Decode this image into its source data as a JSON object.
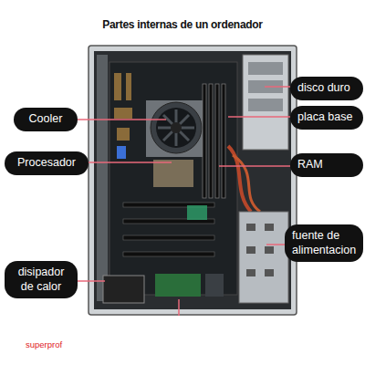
{
  "diagram": {
    "title": "Partes internas de un ordenador",
    "nodes": [
      {
        "text": [
          "disco duro"
        ]
      },
      {
        "text": [
          "Cooler"
        ]
      },
      {
        "text": [
          "placa base"
        ]
      },
      {
        "text": [
          "Procesador"
        ]
      },
      {
        "text": [
          "RAM"
        ]
      },
      {
        "text": [
          "fuente de alimentacion"
        ]
      },
      {
        "text": [
          "disipador de calor"
        ]
      }
    ],
    "labels": [
      "superprof"
    ]
  }
}
